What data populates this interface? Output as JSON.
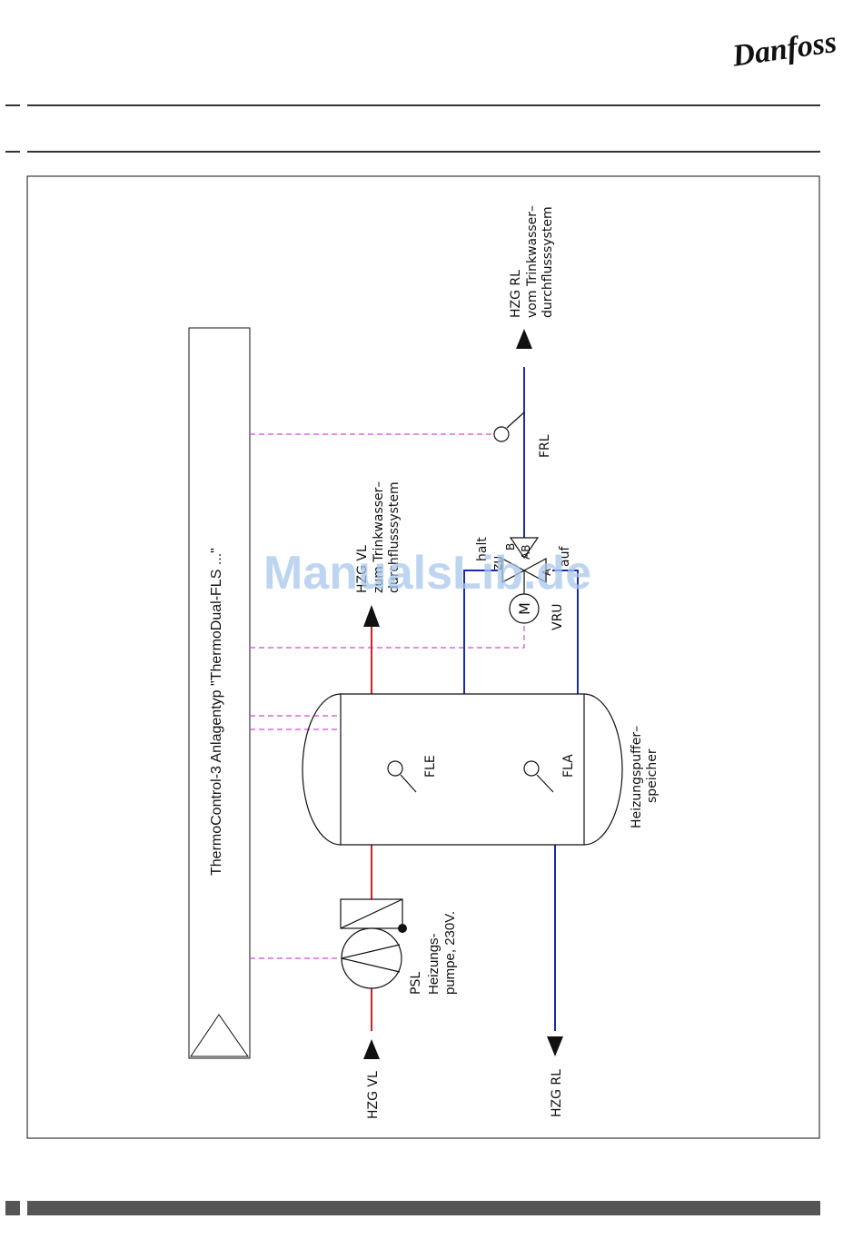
{
  "brand": {
    "logo_text": "Danfoss"
  },
  "watermark": "ManualsLib.de",
  "colors": {
    "supply": "#d0202a",
    "return": "#1a2bb0",
    "signal": "#d24bd6",
    "line": "#111111",
    "footer_bar": "#555555"
  },
  "controller": {
    "label": "ThermoControl-3 Anlagentyp \"ThermoDual-FLS ...\""
  },
  "labels": {
    "hzg_rl_top_1": "HZG  RL",
    "hzg_rl_top_2": "vom  Trinkwasser–",
    "hzg_rl_top_3": "durchflusssystem",
    "hzg_vl_mid_1": "HZG  VL",
    "hzg_vl_mid_2": "zum  Trinkwasser–",
    "hzg_vl_mid_3": "durchflusssystem",
    "frl": "FRL",
    "halt": "halt",
    "zu": "zu",
    "auf": "auf",
    "port_ab": "AB",
    "port_b": "B",
    "port_a": "A",
    "motor": "M",
    "vru": "VRU",
    "fle": "FLE",
    "fla": "FLA",
    "tank_1": "Heizungspuffer–",
    "tank_2": "speicher",
    "psl": "PSL",
    "pump_1": "Heizungs-",
    "pump_2": "pumpe, 230V.",
    "hzg_vl_bottom": "HZG  VL",
    "hzg_rl_bottom": "HZG  RL"
  }
}
